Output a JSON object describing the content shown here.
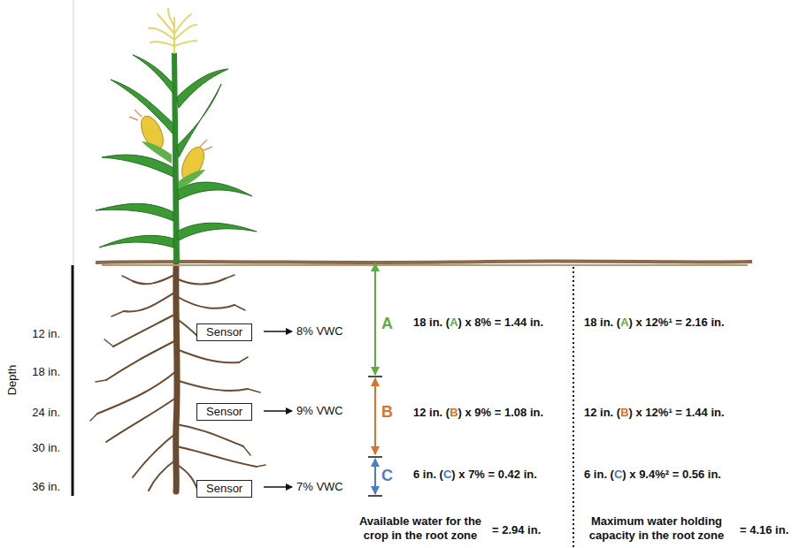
{
  "diagram": {
    "nodes": [
      {
        "text": [
          "Sensor"
        ]
      },
      {
        "text": [
          "Sensor"
        ]
      },
      {
        "text": [
          "Sensor"
        ]
      }
    ],
    "labels": [
      "Depth",
      "12 in.",
      "18 in.",
      "24 in.",
      "30 in.",
      "36 in.",
      "8% VWC",
      "9% VWC",
      "7% VWC",
      "A",
      "B",
      "C",
      "18 in. (A) x 8% = 1.44 in.",
      "18 in. (A) x 12%¹ = 2.16 in.",
      "12 in. (B) x 9% = 1.08 in.",
      "12 in. (B) x 12%¹ = 1.44 in.",
      "6 in. (C) x 7% = 0.42 in.",
      "6 in. (C) x 9.4%² = 0.56 in.",
      "Available water for the crop in the root zone",
      "= 2.94 in.",
      "Maximum water holding capacity in the root zone",
      "= 4.16 in."
    ]
  }
}
